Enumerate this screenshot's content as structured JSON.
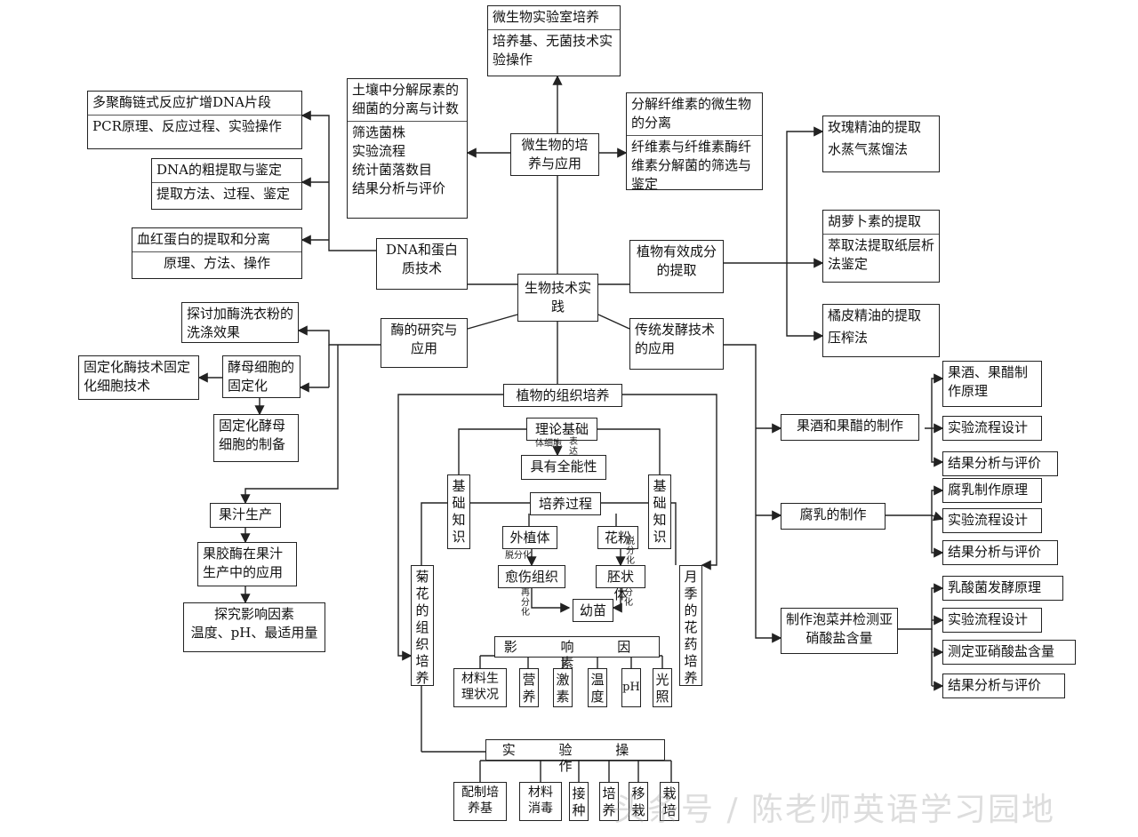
{
  "nodes": {
    "center": "生物技术实践",
    "micro": "微生物的培养与应用",
    "lab": {
      "title": "微生物实验室培养",
      "body": "培养基、无菌技术实验操作"
    },
    "urea": {
      "title": "土壤中分解尿素的细菌的分离与计数",
      "body": [
        "筛选菌株",
        "实验流程",
        "统计菌落数目",
        "结果分析与评价"
      ]
    },
    "cellulose": {
      "title": "分解纤维素的微生物的分离",
      "body": "纤维素与纤维素酶纤维素分解菌的筛选与鉴定"
    },
    "dna_protein": "DNA和蛋白质技术",
    "pcr": {
      "title": "多聚酶链式反应扩增DNA片段",
      "body": "PCR原理、反应过程、实验操作"
    },
    "dna_extract": {
      "title": "DNA的粗提取与鉴定",
      "body": "提取方法、过程、鉴定"
    },
    "hemoglobin": {
      "title": "血红蛋白的提取和分离",
      "body": "原理、方法、操作"
    },
    "plant_extract": "植物有效成分的提取",
    "rose": {
      "title": "玫瑰精油的提取",
      "body": "水蒸气蒸馏法"
    },
    "carotene": {
      "title": "胡萝卜素的提取",
      "body": "萃取法提取纸层析法鉴定"
    },
    "orange": {
      "title": "橘皮精油的提取",
      "body": "压榨法"
    },
    "enzyme": "酶的研究与应用",
    "detergent": "探讨加酶洗衣粉的洗涤效果",
    "immob_tech": "固定化酶技术固定化细胞技术",
    "yeast_fix": "酵母细胞的固定化",
    "yeast_prep": "固定化酵母细胞的制备",
    "juice": "果汁生产",
    "pectinase": "果胶酶在果汁生产中的应用",
    "factors_study": {
      "title": "探究影响因素",
      "body": "温度、pH、最适用量"
    },
    "ferment": "传统发酵技术的应用",
    "wine": "果酒和果醋的制作",
    "wine_items": [
      "果酒、果醋制作原理",
      "实验流程设计",
      "结果分析与评价"
    ],
    "tofu": "腐乳的制作",
    "tofu_items": [
      "腐乳制作原理",
      "实验流程设计",
      "结果分析与评价"
    ],
    "pickle": "制作泡菜并检测亚硝酸盐含量",
    "pickle_items": [
      "乳酸菌发酵原理",
      "实验流程设计",
      "测定亚硝酸盐含量",
      "结果分析与评价"
    ],
    "tissue": "植物的组织培养",
    "theory": "理论基础",
    "theory_edge": [
      "体细胞",
      "表达"
    ],
    "totipotency": "具有全能性",
    "basic_left": "基础知识",
    "basic_right": "基础知识",
    "process": "培养过程",
    "explant": "外植体",
    "pollen": "花粉",
    "callus": "愈伤组织",
    "embryoid": "胚状体",
    "seedling": "幼苗",
    "edge_dediff": "脱分化",
    "edge_dediff2": "脱分化",
    "edge_rediff": "再分化",
    "edge_diff": "分化",
    "chrysanthemum": "菊花的组织培养",
    "rose_anther": "月季的花药培养",
    "factors": "影 响 因 素",
    "factor_items": [
      "材料生理状况",
      "营养",
      "激素",
      "温度",
      "pH",
      "光照"
    ],
    "operation": "实 验 操 作",
    "operation_items": [
      "配制培养基",
      "材料消毒",
      "接种",
      "培养",
      "移栽",
      "栽培"
    ]
  },
  "watermark": "头条号 / 陈老师英语学习园地"
}
